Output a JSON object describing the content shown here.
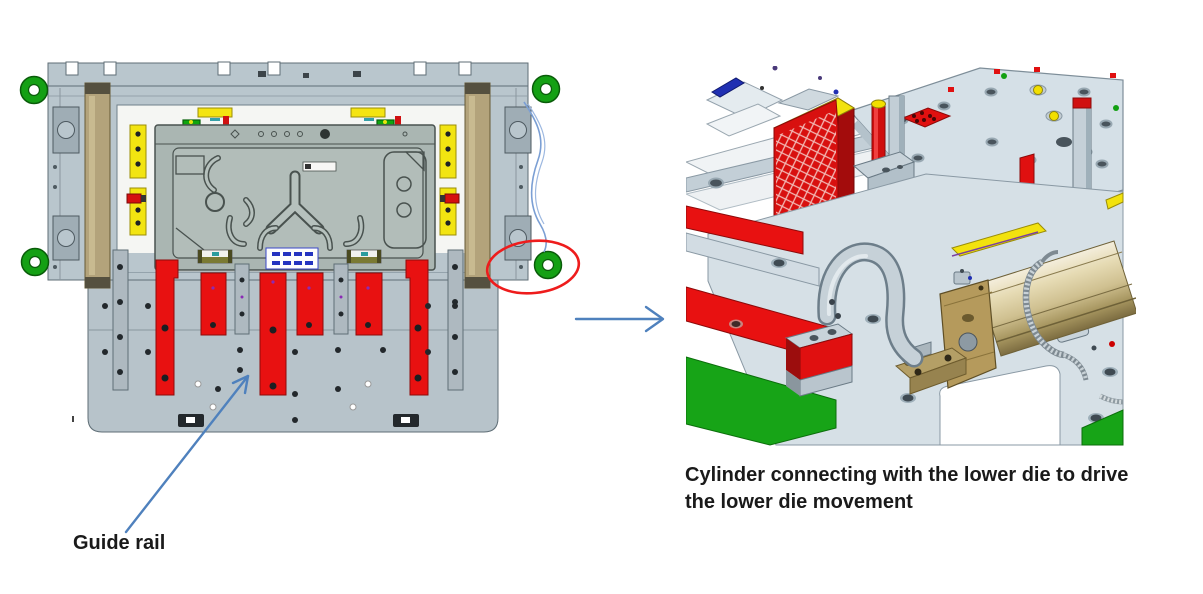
{
  "annotations": {
    "guide_rail_label": "Guide rail",
    "caption_line1": "Cylinder connecting with the lower die to drive",
    "caption_line2": "the lower die movement"
  },
  "figures": {
    "left_view_name": "lower-die-top-view",
    "right_view_name": "cylinder-3d-view"
  },
  "colors": {
    "annotation_arrow": "#4f81bd",
    "highlight_ellipse": "#ee1c1c",
    "guide_rail_red": "#e81111",
    "lifting_ring_green": "#14a014",
    "wear_pad_yellow": "#f2e411",
    "die_body_gray": "#b9c6cd",
    "cylinder_tan": "#cfc090",
    "caption_text": "#1a1a1a"
  }
}
